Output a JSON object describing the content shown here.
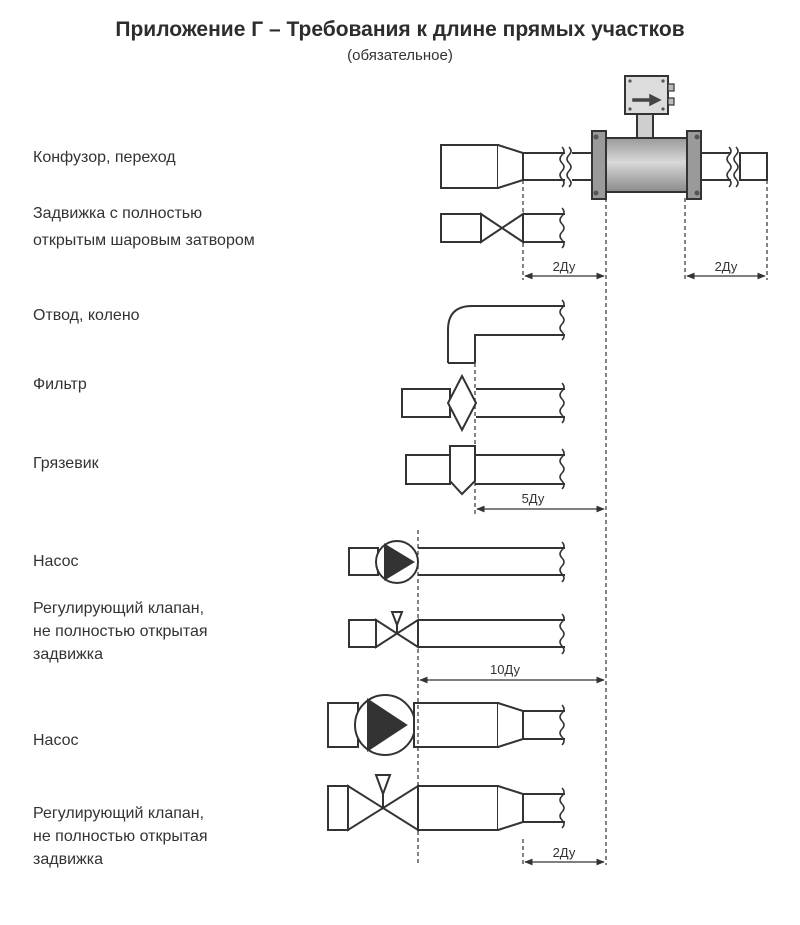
{
  "title": "Приложение Г – Требования к длине прямых участков",
  "subtitle": "(обязательное)",
  "rows": [
    {
      "label": "Конфузор, переход"
    },
    {
      "label_line1": "Задвижка с полностью",
      "label_line2": "открытым шаровым затвором"
    },
    {
      "label": "Отвод, колено"
    },
    {
      "label": "Фильтр"
    },
    {
      "label": "Грязевик"
    },
    {
      "label": "Насос"
    },
    {
      "label_line1": "Регулирующий клапан,",
      "label_line2": "не полностью открытая",
      "label_line3": "задвижка"
    },
    {
      "label": "Насос"
    },
    {
      "label_line1": "Регулирующий клапан,",
      "label_line2": "не полностью открытая",
      "label_line3": "задвижка"
    }
  ],
  "dimensions": {
    "upstream_top": "2Ду",
    "downstream_top": "2Ду",
    "filter_group": "5Ду",
    "pump_group": "10Ду",
    "bottom_group": "2Ду"
  }
}
